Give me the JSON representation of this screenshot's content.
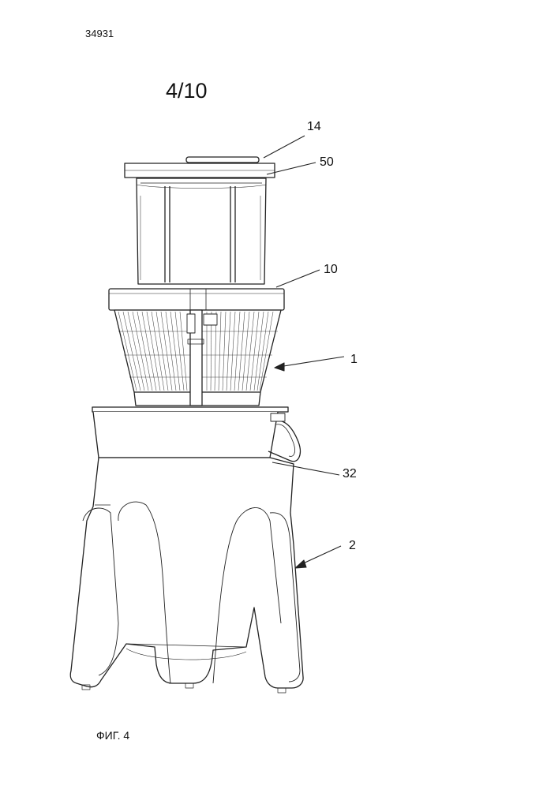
{
  "header": {
    "doc_number": "34931",
    "sheet": "4/10"
  },
  "figure": {
    "caption": "ФИГ. 4",
    "reference_labels": {
      "r14": "14",
      "r50": "50",
      "r10": "10",
      "r1": "1",
      "r32": "32",
      "r2": "2"
    }
  }
}
